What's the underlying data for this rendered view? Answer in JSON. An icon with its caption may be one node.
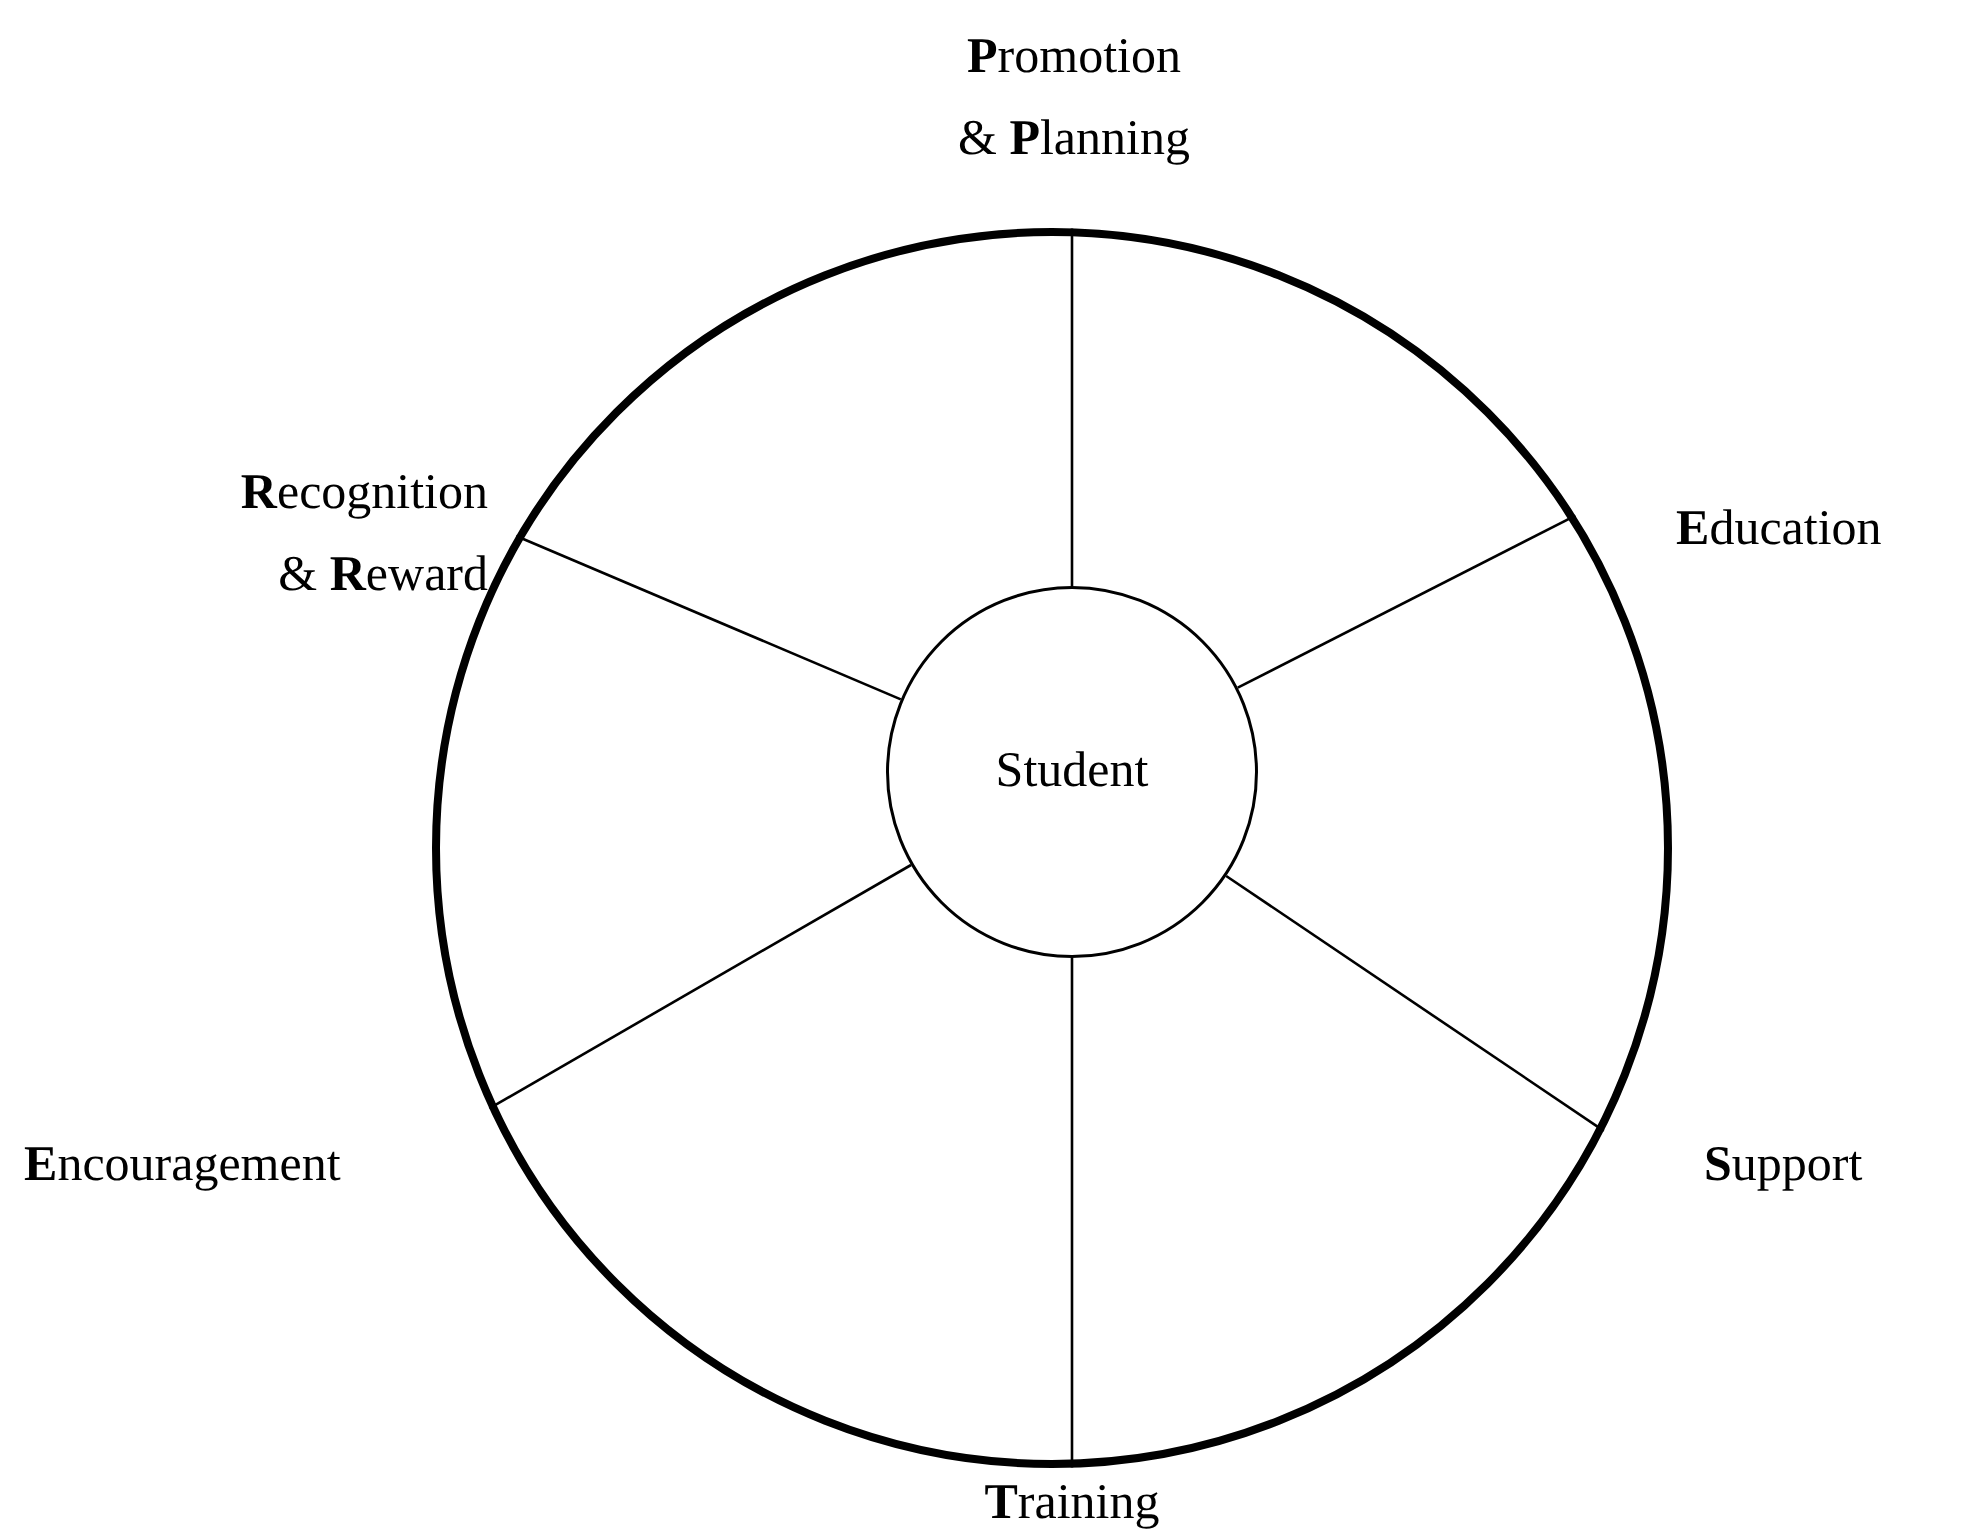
{
  "diagram": {
    "nodes": [
      {
        "text": [],
        "shape": "circle"
      },
      {
        "text": [
          "Student"
        ],
        "in": 0
      }
    ],
    "edges": [
      {
        "from": 1,
        "to": 0,
        "arrow": "none"
      },
      {
        "from": 1,
        "to": 0,
        "arrow": "none"
      },
      {
        "from": 1,
        "to": 0,
        "arrow": "none"
      },
      {
        "from": 1,
        "to": 0,
        "arrow": "none"
      },
      {
        "from": 1,
        "to": 0,
        "arrow": "none"
      },
      {
        "from": 1,
        "to": 0,
        "arrow": "none"
      }
    ],
    "labels": [
      "**P**romotion & **P**lanning",
      "**R**ecognition & **R**eward",
      "**E**ducation",
      "**E**ncouragement",
      "**S**upport",
      "**T**raining"
    ]
  }
}
